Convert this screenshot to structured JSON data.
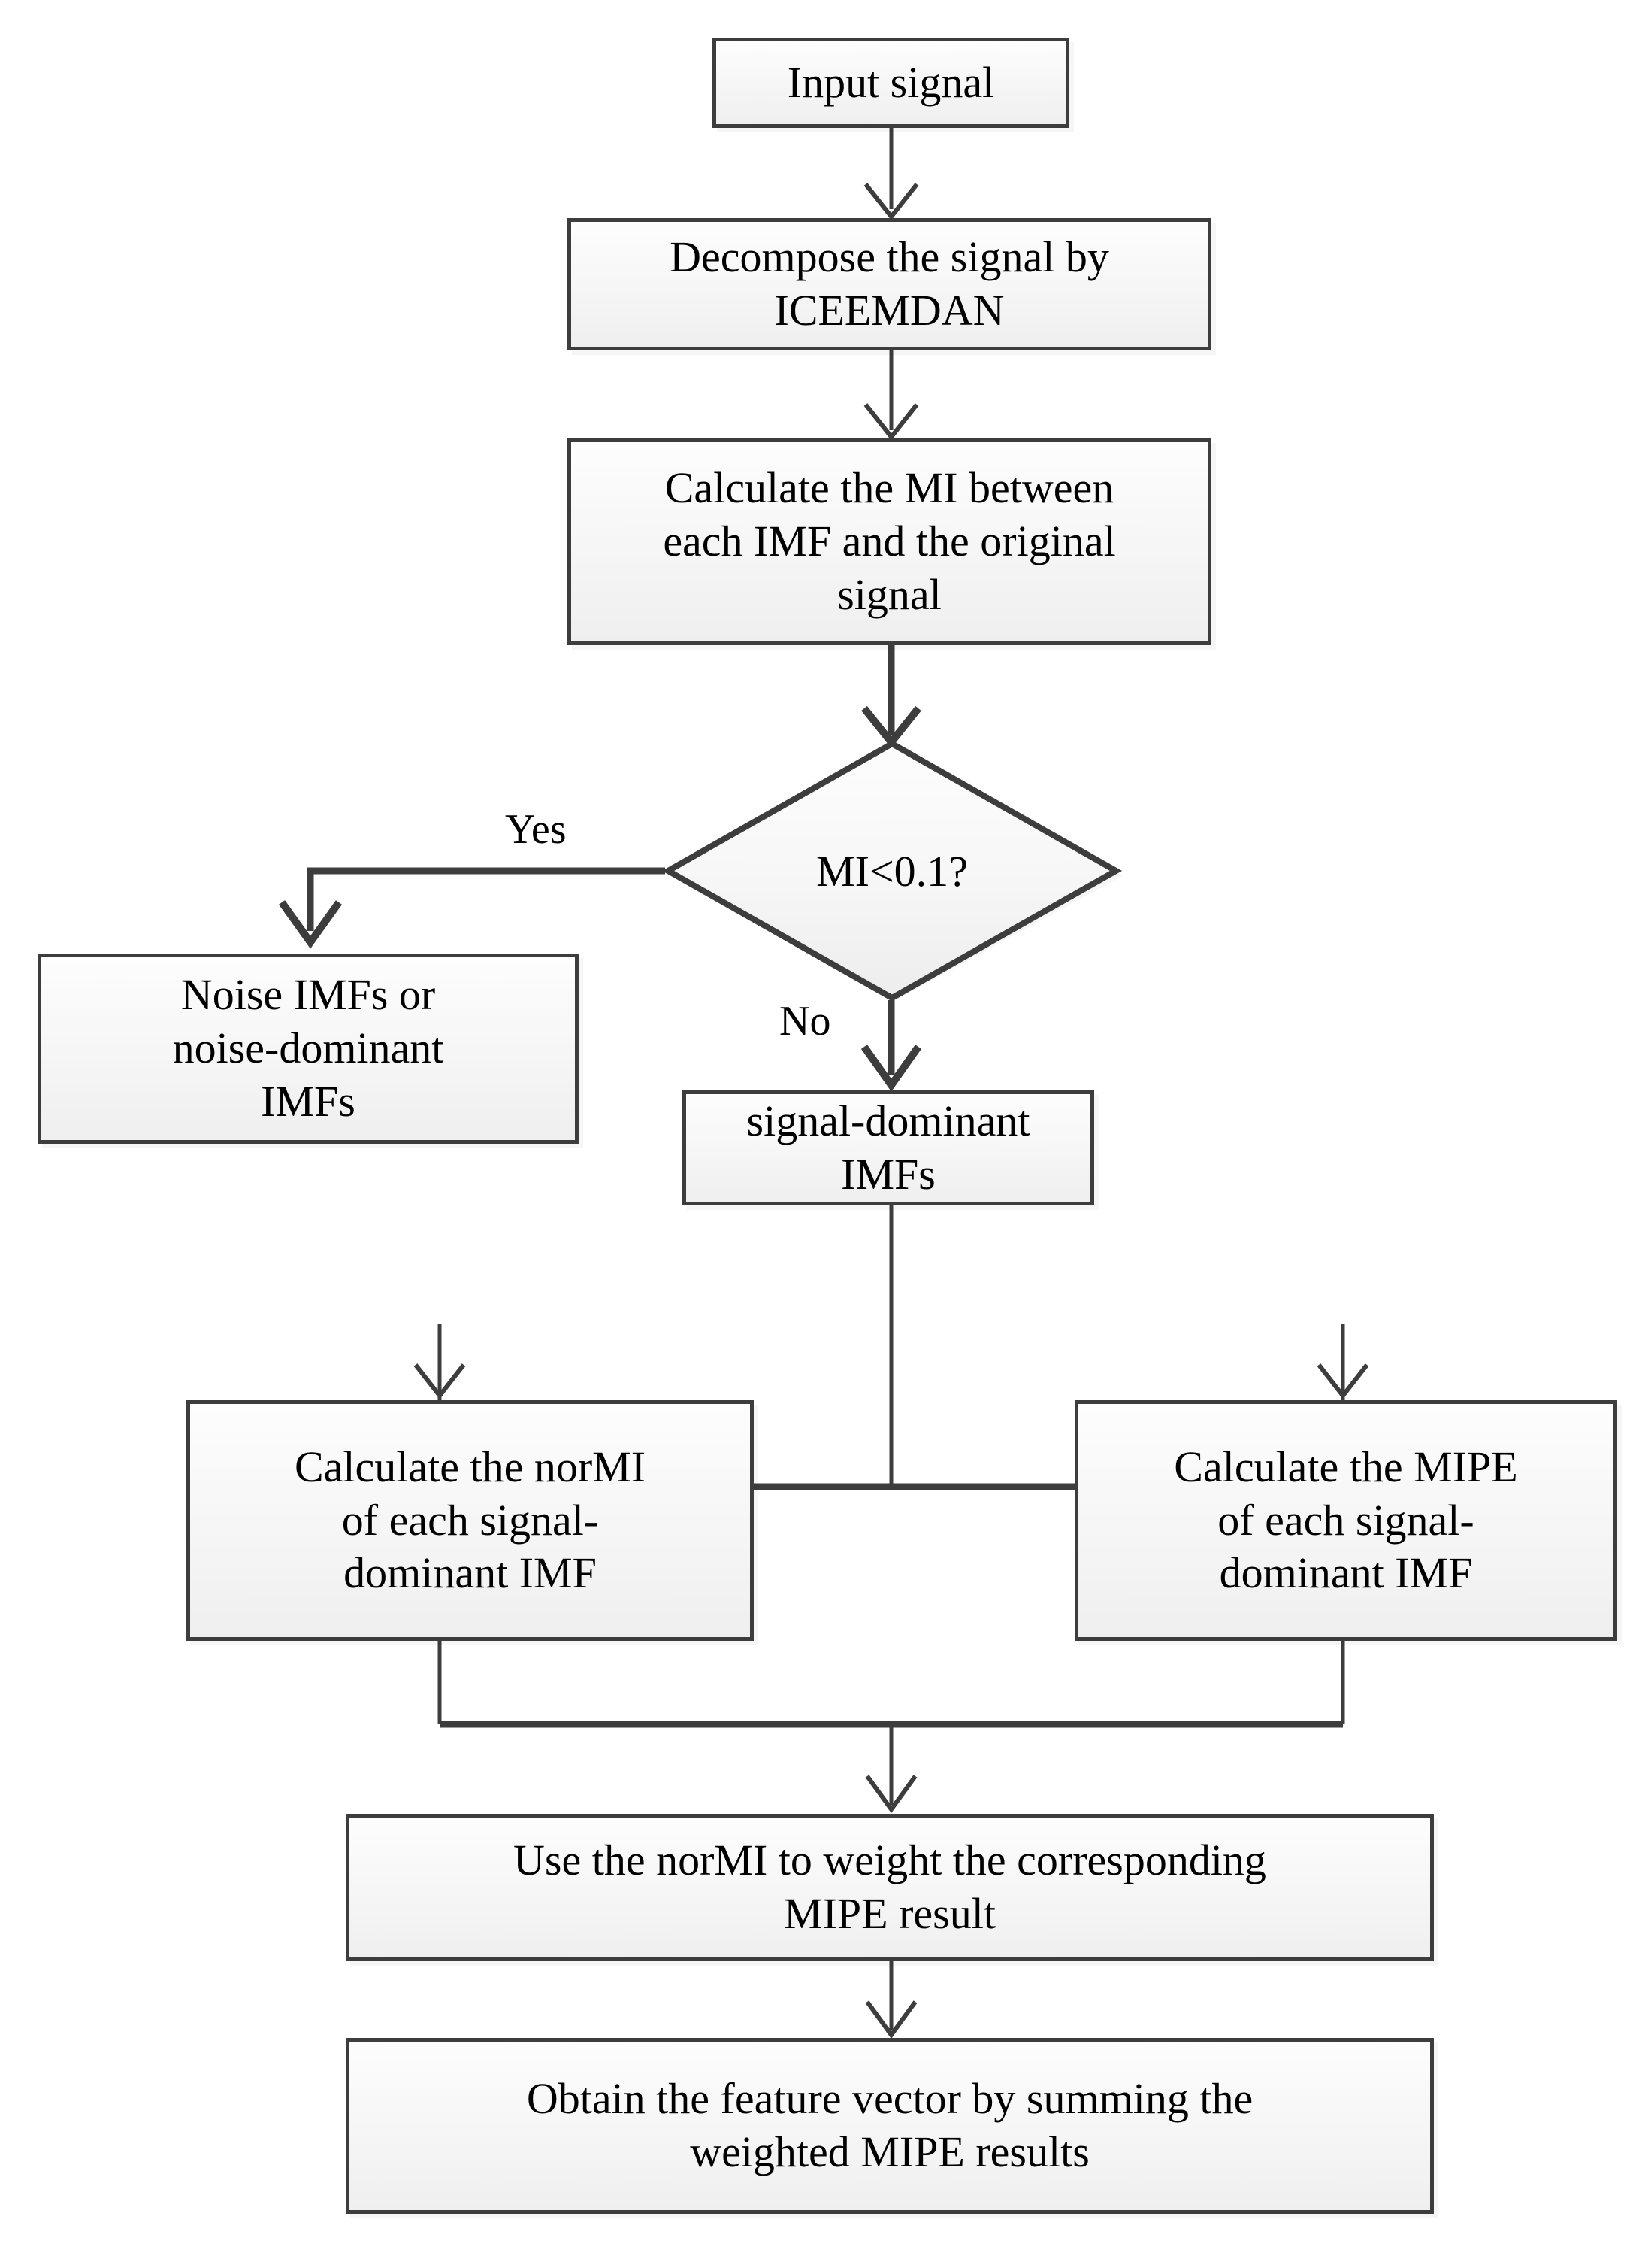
{
  "diagram": {
    "type": "flowchart",
    "title": "ICEEMDAN MI-weighted MIPE feature extraction flowchart",
    "colors": {
      "border": "#3d3d3d",
      "fill": "#f7f7f7",
      "text": "#000000",
      "background": "#ffffff"
    },
    "nodes": [
      {
        "id": "input",
        "shape": "rectangle",
        "text": "Input signal"
      },
      {
        "id": "decompose",
        "shape": "rectangle",
        "text": "Decompose the signal by\nICEEMDAN"
      },
      {
        "id": "calc_mi",
        "shape": "rectangle",
        "text": "Calculate the MI between\neach IMF and the original\nsignal"
      },
      {
        "id": "decision",
        "shape": "diamond",
        "text": "MI<0.1?"
      },
      {
        "id": "noise_imfs",
        "shape": "rectangle",
        "text": "Noise IMFs or\nnoise-dominant\nIMFs"
      },
      {
        "id": "signal_dominant",
        "shape": "rectangle",
        "text": "signal-dominant\nIMFs"
      },
      {
        "id": "calc_normi",
        "shape": "rectangle",
        "text": "Calculate the norMI\nof each signal-\ndominant IMF"
      },
      {
        "id": "calc_mipe",
        "shape": "rectangle",
        "text": "Calculate the MIPE\nof each signal-\ndominant IMF"
      },
      {
        "id": "weight",
        "shape": "rectangle",
        "text": "Use the norMI to weight the corresponding\nMIPE result"
      },
      {
        "id": "obtain",
        "shape": "rectangle",
        "text": "Obtain the feature vector by summing the\nweighted MIPE results"
      }
    ],
    "edge_labels": {
      "yes": "Yes",
      "no": "No"
    },
    "edges": [
      {
        "from": "input",
        "to": "decompose",
        "label": ""
      },
      {
        "from": "decompose",
        "to": "calc_mi",
        "label": ""
      },
      {
        "from": "calc_mi",
        "to": "decision",
        "label": ""
      },
      {
        "from": "decision",
        "to": "noise_imfs",
        "label": "Yes"
      },
      {
        "from": "decision",
        "to": "signal_dominant",
        "label": "No"
      },
      {
        "from": "signal_dominant",
        "to": "calc_normi",
        "label": ""
      },
      {
        "from": "signal_dominant",
        "to": "calc_mipe",
        "label": ""
      },
      {
        "from": "calc_normi",
        "to": "weight",
        "label": ""
      },
      {
        "from": "calc_mipe",
        "to": "weight",
        "label": ""
      },
      {
        "from": "weight",
        "to": "obtain",
        "label": ""
      }
    ]
  }
}
